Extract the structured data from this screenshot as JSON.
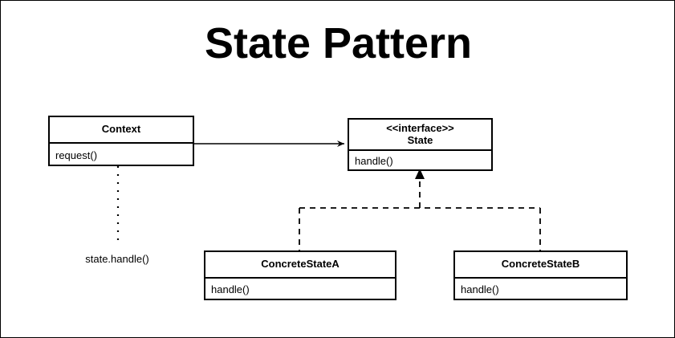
{
  "diagram": {
    "title": "State Pattern",
    "type": "uml-class-diagram",
    "colors": {
      "background": "#ffffff",
      "stroke": "#000000",
      "text": "#000000"
    },
    "classes": [
      {
        "id": "context",
        "name": "Context",
        "stereotype": "",
        "methods": [
          "request()"
        ]
      },
      {
        "id": "state",
        "name": "State",
        "stereotype": "<<interface>>",
        "methods": [
          "handle()"
        ]
      },
      {
        "id": "concrete-state-a",
        "name": "ConcreteStateA",
        "stereotype": "",
        "methods": [
          "handle()"
        ]
      },
      {
        "id": "concrete-state-b",
        "name": "ConcreteStateB",
        "stereotype": "",
        "methods": [
          "handle()"
        ]
      }
    ],
    "relationships": [
      {
        "id": "context-to-state",
        "kind": "association",
        "line": "solid",
        "from": "context",
        "to": "state",
        "label": ""
      },
      {
        "id": "context-dependency",
        "kind": "dependency-note",
        "line": "dotted",
        "from": "context",
        "label": "state.handle()"
      },
      {
        "id": "concrete-a-realizes-state",
        "kind": "realization",
        "line": "dashed",
        "from": "concrete-state-a",
        "to": "state",
        "label": ""
      },
      {
        "id": "concrete-b-realizes-state",
        "kind": "realization",
        "line": "dashed",
        "from": "concrete-state-b",
        "to": "state",
        "label": ""
      }
    ]
  }
}
